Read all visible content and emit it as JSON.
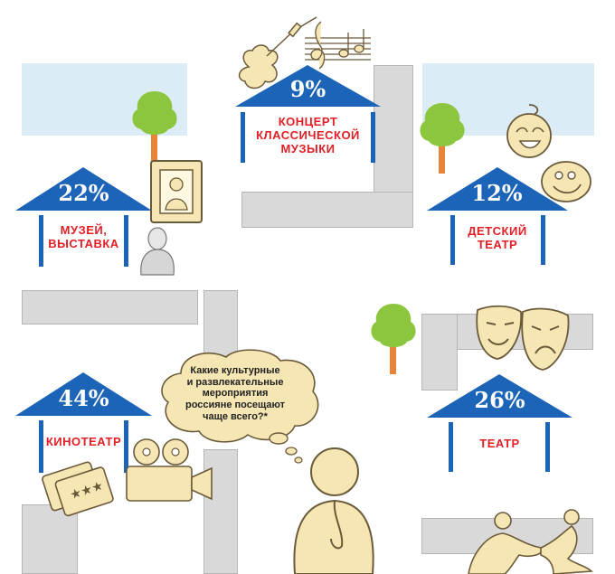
{
  "houses": [
    {
      "id": "museum",
      "percent": "22%",
      "label_lines": [
        "МУЗЕЙ,",
        "ВЫСТАВКА"
      ]
    },
    {
      "id": "concert",
      "percent": "9%",
      "label_lines": [
        "КОНЦЕРТ",
        "КЛАССИЧЕСКОЙ",
        "МУЗЫКИ"
      ]
    },
    {
      "id": "children",
      "percent": "12%",
      "label_lines": [
        "ДЕТСКИЙ",
        "ТЕАТР"
      ]
    },
    {
      "id": "cinema",
      "percent": "44%",
      "label_lines": [
        "КИНОТЕАТР"
      ]
    },
    {
      "id": "theatre",
      "percent": "26%",
      "label_lines": [
        "ТЕАТР"
      ]
    }
  ],
  "question": {
    "lines": [
      "Какие культурные",
      "и развлекательные",
      "мероприятия",
      "россияне посещают",
      "чаще всего?*"
    ]
  },
  "colors": {
    "roof": "#1c64b8",
    "label": "#e21f26",
    "road": "#d9d9d9",
    "tree": "#8cc63f",
    "trunk": "#e8833a",
    "icon_fill": "#f6e6b4",
    "sky": "#dcecf6"
  },
  "icons": [
    "violin-icon",
    "music-note-icon",
    "picture-frame-icon",
    "bust-statue-icon",
    "tree-icon",
    "baby-icon",
    "smiley-icon",
    "film-projector-icon",
    "tickets-icon",
    "theatre-masks-icon",
    "thinking-person-icon",
    "dancers-icon"
  ]
}
